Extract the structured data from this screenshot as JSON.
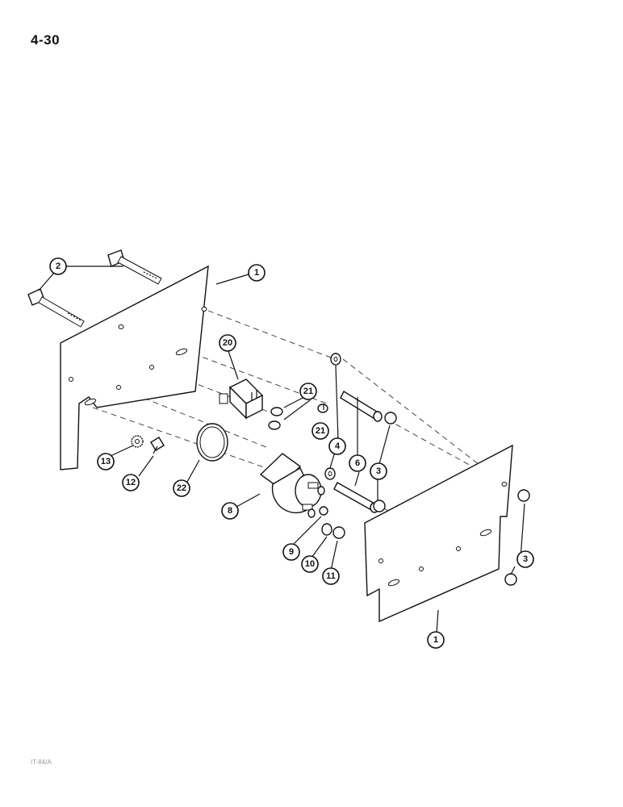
{
  "page": {
    "number": "4-30",
    "footer_code": "IT-84/A"
  },
  "callouts": [
    {
      "id": "c1a",
      "label": "1"
    },
    {
      "id": "c1b",
      "label": "1"
    },
    {
      "id": "c2",
      "label": "2"
    },
    {
      "id": "c3a",
      "label": "3"
    },
    {
      "id": "c3b",
      "label": "3"
    },
    {
      "id": "c4",
      "label": "4"
    },
    {
      "id": "c6",
      "label": "6"
    },
    {
      "id": "c8",
      "label": "8"
    },
    {
      "id": "c9",
      "label": "9"
    },
    {
      "id": "c10",
      "label": "10"
    },
    {
      "id": "c11",
      "label": "11"
    },
    {
      "id": "c12",
      "label": "12"
    },
    {
      "id": "c13",
      "label": "13"
    },
    {
      "id": "c20",
      "label": "20"
    },
    {
      "id": "c21a",
      "label": "21"
    },
    {
      "id": "c21b",
      "label": "21"
    },
    {
      "id": "c22",
      "label": "22"
    }
  ]
}
